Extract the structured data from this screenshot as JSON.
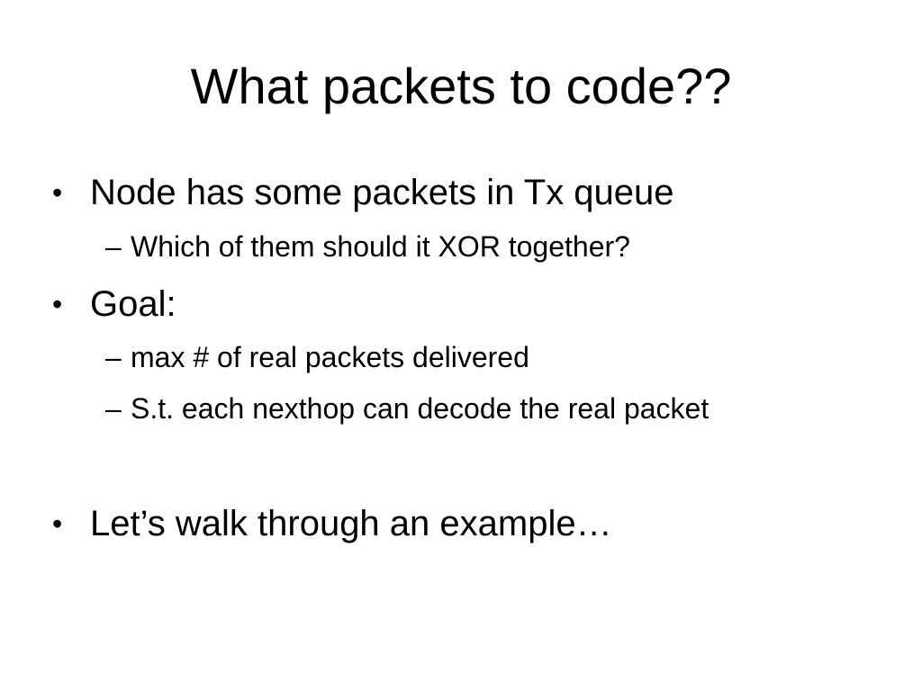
{
  "slide": {
    "title": "What packets to code??",
    "bullet_symbol": "•",
    "dash_symbol": "–",
    "items": [
      {
        "level": 1,
        "text": "Node has some packets in Tx queue"
      },
      {
        "level": 2,
        "text": "Which of them should it XOR together?"
      },
      {
        "level": 1,
        "text": "Goal:"
      },
      {
        "level": 2,
        "text": "max # of real packets delivered"
      },
      {
        "level": 2,
        "text": "S.t. each nexthop can decode the real packet"
      },
      {
        "level": 1,
        "text": "Let’s walk through an example…"
      }
    ]
  }
}
